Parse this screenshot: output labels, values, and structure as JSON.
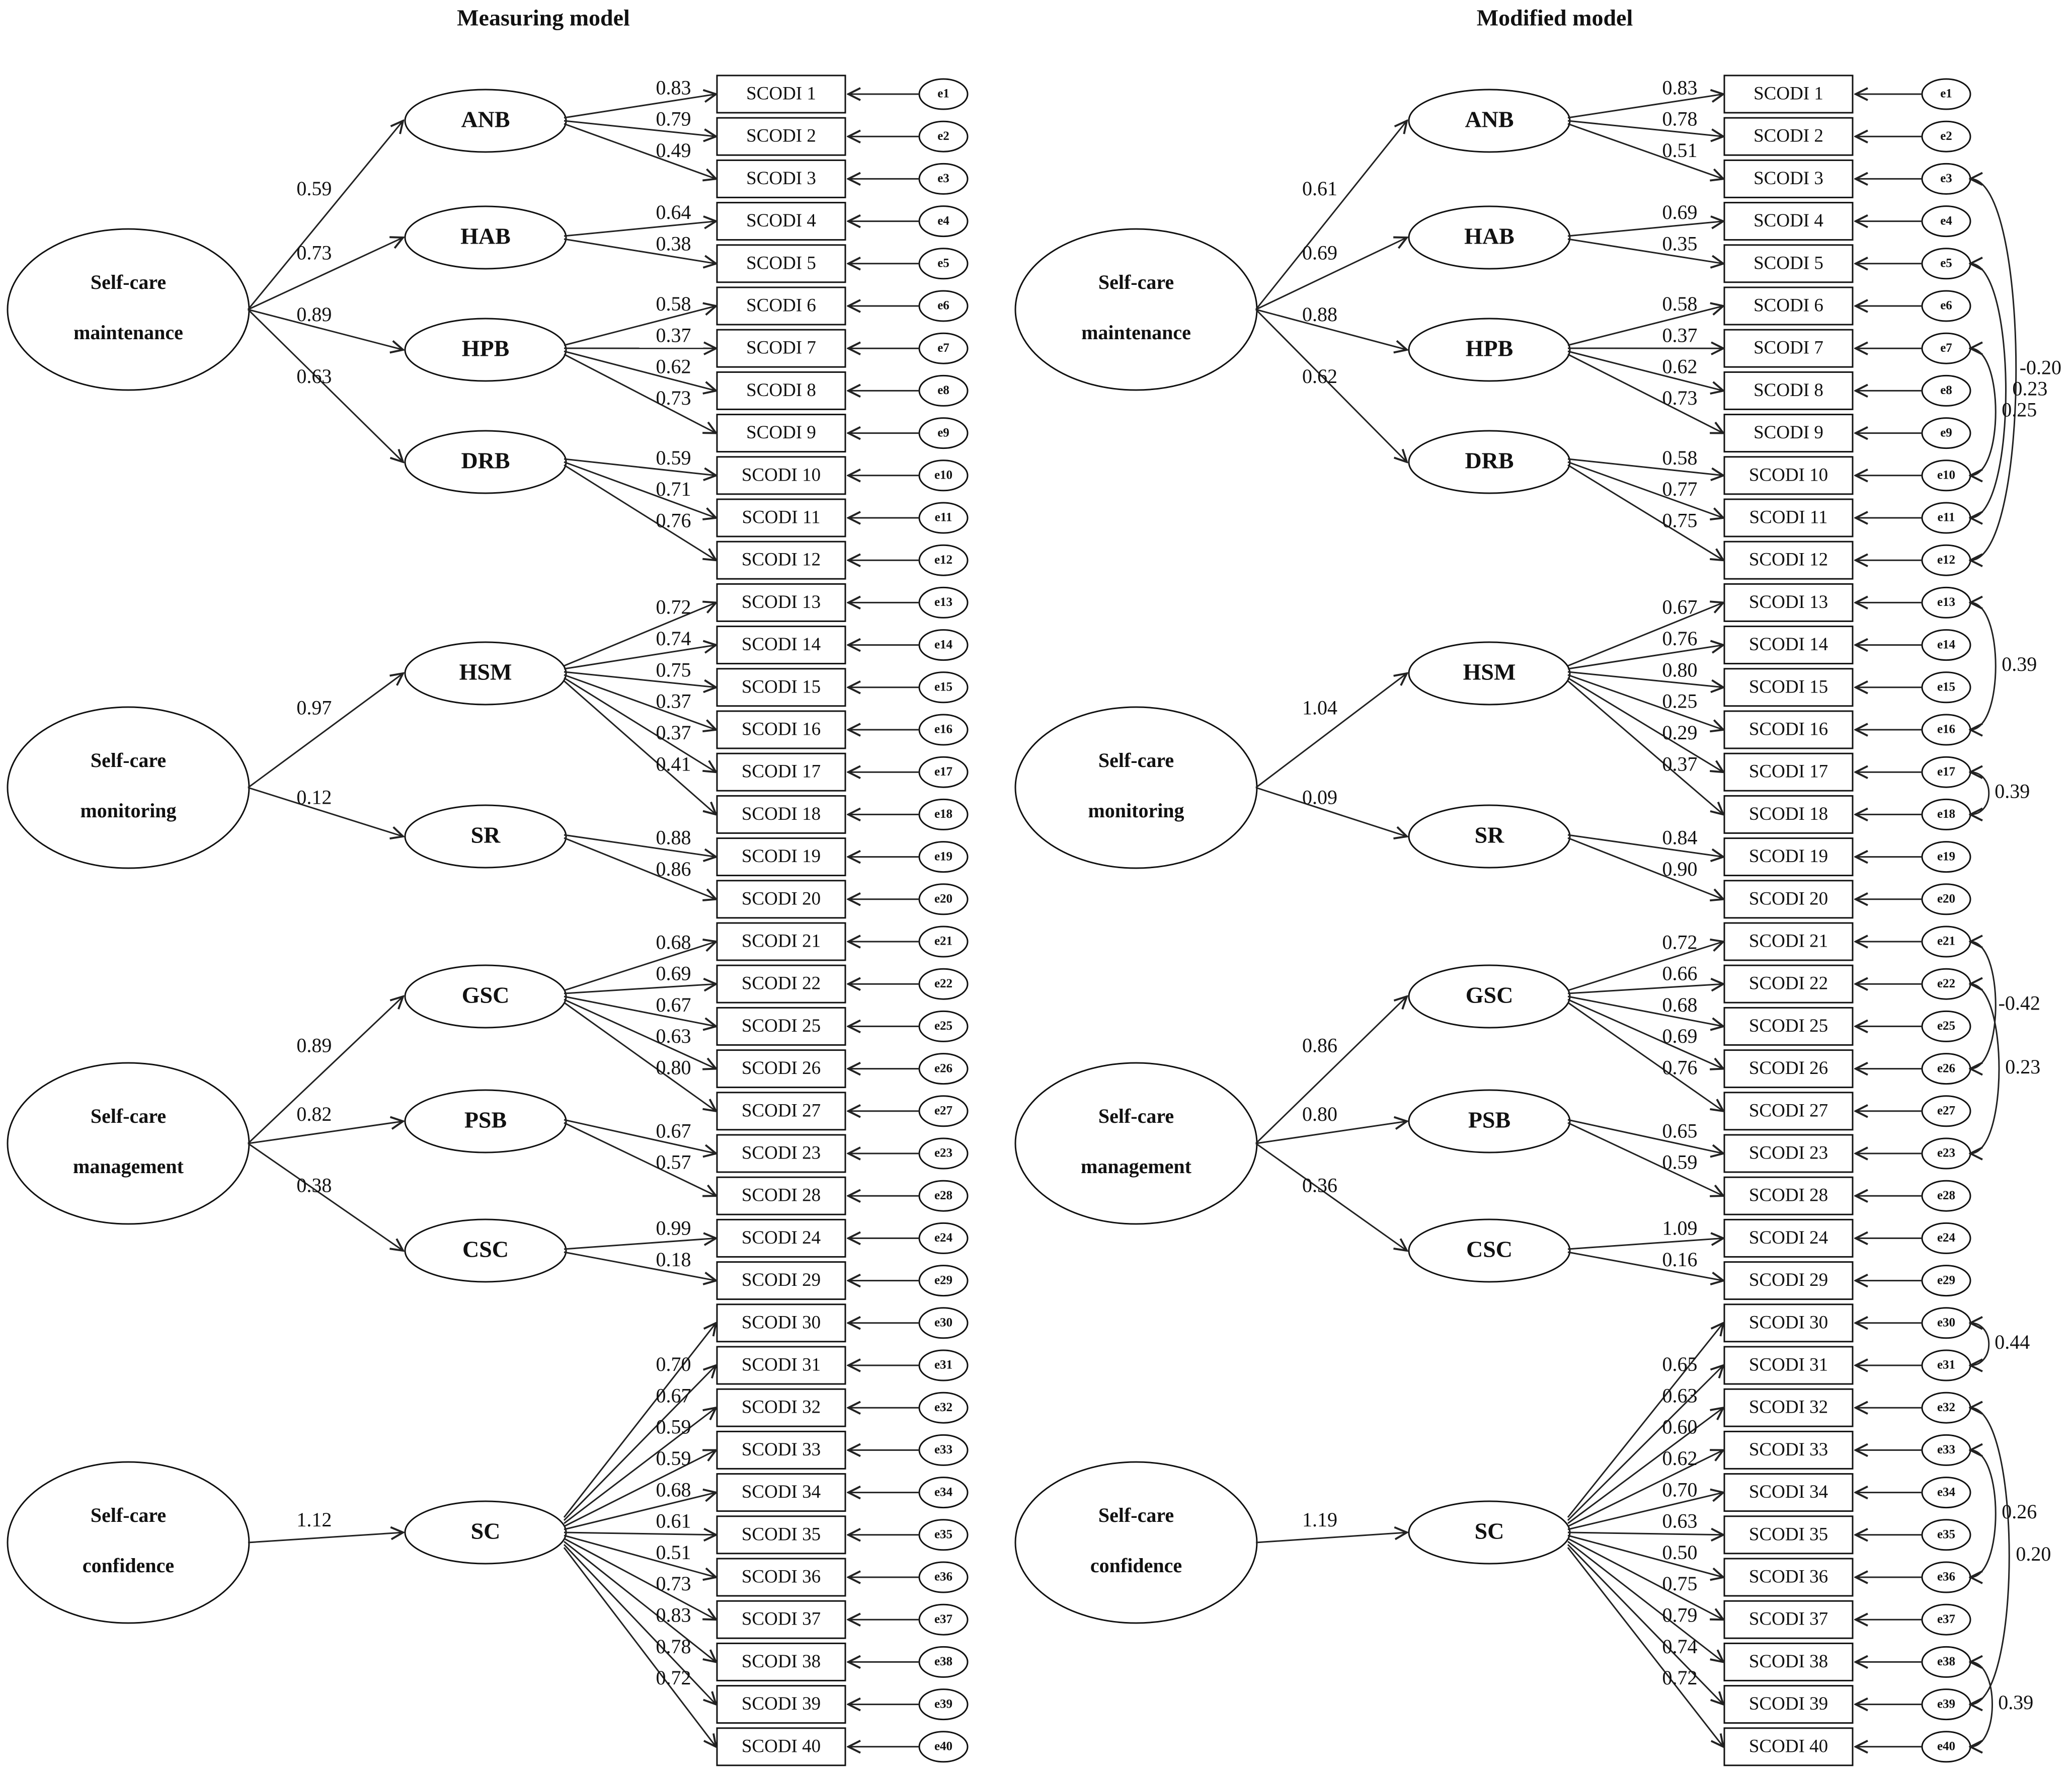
{
  "panels": [
    {
      "title": "Measuring model",
      "exogenous": [
        {
          "lines": [
            "Self-care",
            "maintenance"
          ],
          "loadings": [
            "0.59",
            "0.73",
            "0.89",
            "0.63"
          ]
        },
        {
          "lines": [
            "Self-care",
            "monitoring"
          ],
          "loadings": [
            "0.97",
            "0.12"
          ]
        },
        {
          "lines": [
            "Self-care",
            "management"
          ],
          "loadings": [
            "0.89",
            "0.82",
            "0.38"
          ]
        },
        {
          "lines": [
            "Self-care",
            "confidence"
          ],
          "loadings": [
            "1.12"
          ]
        }
      ],
      "latent": [
        {
          "name": "ANB",
          "items": [
            [
              "SCODI 1",
              "0.83"
            ],
            [
              "SCODI 2",
              "0.79"
            ],
            [
              "SCODI 3",
              "0.49"
            ]
          ]
        },
        {
          "name": "HAB",
          "items": [
            [
              "SCODI 4",
              "0.64"
            ],
            [
              "SCODI 5",
              "0.38"
            ]
          ]
        },
        {
          "name": "HPB",
          "items": [
            [
              "SCODI 6",
              "0.58"
            ],
            [
              "SCODI 7",
              "0.37"
            ],
            [
              "SCODI 8",
              "0.62"
            ],
            [
              "SCODI 9",
              "0.73"
            ]
          ]
        },
        {
          "name": "DRB",
          "items": [
            [
              "SCODI 10",
              "0.59"
            ],
            [
              "SCODI 11",
              "0.71"
            ],
            [
              "SCODI 12",
              "0.76"
            ]
          ]
        },
        {
          "name": "HSM",
          "items": [
            [
              "SCODI 13",
              "0.72"
            ],
            [
              "SCODI 14",
              "0.74"
            ],
            [
              "SCODI 15",
              "0.75"
            ],
            [
              "SCODI 16",
              "0.37"
            ],
            [
              "SCODI 17",
              "0.37"
            ],
            [
              "SCODI 18",
              "0.41"
            ]
          ]
        },
        {
          "name": "SR",
          "items": [
            [
              "SCODI 19",
              "0.88"
            ],
            [
              "SCODI 20",
              "0.86"
            ]
          ]
        },
        {
          "name": "GSC",
          "items": [
            [
              "SCODI 21",
              "0.68"
            ],
            [
              "SCODI 22",
              "0.69"
            ],
            [
              "SCODI 25",
              "0.67"
            ],
            [
              "SCODI 26",
              "0.63"
            ],
            [
              "SCODI 27",
              "0.80"
            ]
          ]
        },
        {
          "name": "PSB",
          "items": [
            [
              "SCODI 23",
              "0.67"
            ],
            [
              "SCODI 28",
              "0.57"
            ]
          ]
        },
        {
          "name": "CSC",
          "items": [
            [
              "SCODI 24",
              "0.99"
            ],
            [
              "SCODI 29",
              "0.18"
            ]
          ]
        },
        {
          "name": "SC",
          "items": [
            [
              "SCODI 30",
              "0.70"
            ],
            [
              "SCODI 31",
              "0.67"
            ],
            [
              "SCODI 32",
              "0.59"
            ],
            [
              "SCODI 33",
              "0.59"
            ],
            [
              "SCODI 34",
              "0.68"
            ],
            [
              "SCODI 35",
              "0.61"
            ],
            [
              "SCODI 36",
              "0.51"
            ],
            [
              "SCODI 37",
              "0.73"
            ],
            [
              "SCODI 38",
              "0.83"
            ],
            [
              "SCODI 39",
              "0.78"
            ],
            [
              "SCODI 40",
              "0.72"
            ]
          ]
        }
      ],
      "errors": [
        "e1",
        "e2",
        "e3",
        "e4",
        "e5",
        "e6",
        "e7",
        "e8",
        "e9",
        "e10",
        "e11",
        "e12",
        "e13",
        "e14",
        "e15",
        "e16",
        "e17",
        "e18",
        "e19",
        "e20",
        "e21",
        "e22",
        "e25",
        "e26",
        "e27",
        "e23",
        "e28",
        "e24",
        "e29",
        "e30",
        "e31",
        "e32",
        "e33",
        "e34",
        "e35",
        "e36",
        "e37",
        "e38",
        "e39",
        "e40"
      ],
      "covariances": []
    },
    {
      "title": "Modified model",
      "exogenous": [
        {
          "lines": [
            "Self-care",
            "maintenance"
          ],
          "loadings": [
            "0.61",
            "0.69",
            "0.88",
            "0.62"
          ]
        },
        {
          "lines": [
            "Self-care",
            "monitoring"
          ],
          "loadings": [
            "1.04",
            "0.09"
          ]
        },
        {
          "lines": [
            "Self-care",
            "management"
          ],
          "loadings": [
            "0.86",
            "0.80",
            "0.36"
          ]
        },
        {
          "lines": [
            "Self-care",
            "confidence"
          ],
          "loadings": [
            "1.19"
          ]
        }
      ],
      "latent": [
        {
          "name": "ANB",
          "items": [
            [
              "SCODI 1",
              "0.83"
            ],
            [
              "SCODI 2",
              "0.78"
            ],
            [
              "SCODI 3",
              "0.51"
            ]
          ]
        },
        {
          "name": "HAB",
          "items": [
            [
              "SCODI 4",
              "0.69"
            ],
            [
              "SCODI 5",
              "0.35"
            ]
          ]
        },
        {
          "name": "HPB",
          "items": [
            [
              "SCODI 6",
              "0.58"
            ],
            [
              "SCODI 7",
              "0.37"
            ],
            [
              "SCODI 8",
              "0.62"
            ],
            [
              "SCODI 9",
              "0.73"
            ]
          ]
        },
        {
          "name": "DRB",
          "items": [
            [
              "SCODI 10",
              "0.58"
            ],
            [
              "SCODI 11",
              "0.77"
            ],
            [
              "SCODI 12",
              "0.75"
            ]
          ]
        },
        {
          "name": "HSM",
          "items": [
            [
              "SCODI 13",
              "0.67"
            ],
            [
              "SCODI 14",
              "0.76"
            ],
            [
              "SCODI 15",
              "0.80"
            ],
            [
              "SCODI 16",
              "0.25"
            ],
            [
              "SCODI 17",
              "0.29"
            ],
            [
              "SCODI 18",
              "0.37"
            ]
          ]
        },
        {
          "name": "SR",
          "items": [
            [
              "SCODI 19",
              "0.84"
            ],
            [
              "SCODI 20",
              "0.90"
            ]
          ]
        },
        {
          "name": "GSC",
          "items": [
            [
              "SCODI 21",
              "0.72"
            ],
            [
              "SCODI 22",
              "0.66"
            ],
            [
              "SCODI 25",
              "0.68"
            ],
            [
              "SCODI 26",
              "0.69"
            ],
            [
              "SCODI 27",
              "0.76"
            ]
          ]
        },
        {
          "name": "PSB",
          "items": [
            [
              "SCODI 23",
              "0.65"
            ],
            [
              "SCODI 28",
              "0.59"
            ]
          ]
        },
        {
          "name": "CSC",
          "items": [
            [
              "SCODI 24",
              "1.09"
            ],
            [
              "SCODI 29",
              "0.16"
            ]
          ]
        },
        {
          "name": "SC",
          "items": [
            [
              "SCODI 30",
              "0.65"
            ],
            [
              "SCODI 31",
              "0.63"
            ],
            [
              "SCODI 32",
              "0.60"
            ],
            [
              "SCODI 33",
              "0.62"
            ],
            [
              "SCODI 34",
              "0.70"
            ],
            [
              "SCODI 35",
              "0.63"
            ],
            [
              "SCODI 36",
              "0.50"
            ],
            [
              "SCODI 37",
              "0.75"
            ],
            [
              "SCODI 38",
              "0.79"
            ],
            [
              "SCODI 39",
              "0.74"
            ],
            [
              "SCODI 40",
              "0.72"
            ]
          ]
        }
      ],
      "errors": [
        "e1",
        "e2",
        "e3",
        "e4",
        "e5",
        "e6",
        "e7",
        "e8",
        "e9",
        "e10",
        "e11",
        "e12",
        "e13",
        "e14",
        "e15",
        "e16",
        "e17",
        "e18",
        "e19",
        "e20",
        "e21",
        "e22",
        "e25",
        "e26",
        "e27",
        "e23",
        "e28",
        "e24",
        "e29",
        "e30",
        "e31",
        "e32",
        "e33",
        "e34",
        "e35",
        "e36",
        "e37",
        "e38",
        "e39",
        "e40"
      ],
      "covariances": [
        {
          "from": "e3",
          "to": "e12",
          "value": "-0.20"
        },
        {
          "from": "e5",
          "to": "e11",
          "value": "0.23"
        },
        {
          "from": "e7",
          "to": "e10",
          "value": "0.25"
        },
        {
          "from": "e13",
          "to": "e16",
          "value": "0.39"
        },
        {
          "from": "e17",
          "to": "e18",
          "value": "0.39"
        },
        {
          "from": "e21",
          "to": "e26",
          "value": "-0.42"
        },
        {
          "from": "e22",
          "to": "e23",
          "value": "0.23"
        },
        {
          "from": "e30",
          "to": "e31",
          "value": "0.44"
        },
        {
          "from": "e32",
          "to": "e39",
          "value": "0.20"
        },
        {
          "from": "e33",
          "to": "e36",
          "value": "0.26"
        },
        {
          "from": "e38",
          "to": "e40",
          "value": "0.39"
        }
      ]
    }
  ]
}
